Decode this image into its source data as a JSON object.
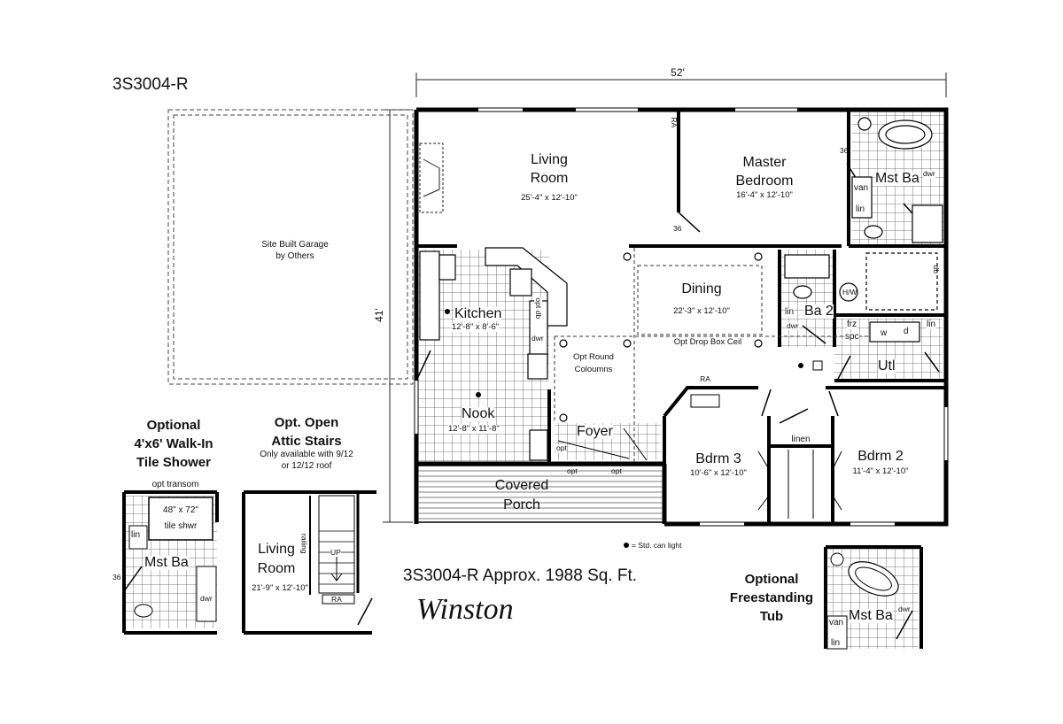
{
  "plan_code": "3S3004-R",
  "width_dimension": "52'",
  "depth_dimension": "41'",
  "garage": {
    "line1": "Site Built Garage",
    "line2": "by Others"
  },
  "rooms": {
    "living": {
      "line1": "Living",
      "line2": "Room",
      "size": "25'-4\" x 12'-10\""
    },
    "master": {
      "line1": "Master",
      "line2": "Bedroom",
      "size": "16'-4\" x 12'-10\""
    },
    "mst_ba": "Mst Ba",
    "kitchen": {
      "name": "Kitchen",
      "size": "12'-8\" x 8'-6\""
    },
    "dining": {
      "name": "Dining",
      "size": "22'-3\" x 12'-10\""
    },
    "ba2": "Ba 2",
    "utl": "Utl",
    "nook": {
      "name": "Nook",
      "size": "12'-8\" x 11'-8\""
    },
    "foyer": "Foyer",
    "porch": {
      "line1": "Covered",
      "line2": "Porch"
    },
    "bdrm3": {
      "name": "Bdrm 3",
      "size": "10'-6\" x 12'-10\""
    },
    "bdrm2": {
      "name": "Bdrm 2",
      "size": "11'-4\" x 12'-10\""
    }
  },
  "fixtures": {
    "ra": "RA",
    "door36": "36",
    "van": "van",
    "lin": "lin",
    "dwr": "dwr",
    "frz": "frz",
    "spc": "spc",
    "w": "w",
    "d": "d",
    "linen": "linen",
    "opt": "opt",
    "opt_db": "opt db",
    "db": "db",
    "hw": "H/W",
    "vb": "ab"
  },
  "notes": {
    "drop_box": "Opt Drop Box Ceil",
    "round_columns": {
      "line1": "Opt Round",
      "line2": "Coloumns"
    },
    "can_light": "= Std. can light"
  },
  "summary": "3S3004-R  Approx. 1988 Sq. Ft.",
  "model_name": "Winston",
  "option_shower": {
    "title1": "Optional",
    "title2": "4'x6' Walk-In",
    "title3": "Tile Shower",
    "transom": "opt transom",
    "size": "48\" x 72\"",
    "shwr": "tile shwr",
    "room": "Mst Ba",
    "door": "36",
    "lin": "lin",
    "dwr": "dwr"
  },
  "option_attic": {
    "title1": "Opt. Open",
    "title2": "Attic Stairs",
    "note1": "Only available with 9/12",
    "note2": "or 12/12 roof",
    "room1": "Living",
    "room2": "Room",
    "size": "21'-9\" x 12'-10\"",
    "railing": "railing",
    "up": "UP",
    "ra": "RA"
  },
  "option_tub": {
    "title1": "Optional",
    "title2": "Freestanding",
    "title3": "Tub",
    "room": "Mst Ba",
    "van": "van",
    "lin": "lin",
    "dwr": "dwr"
  }
}
